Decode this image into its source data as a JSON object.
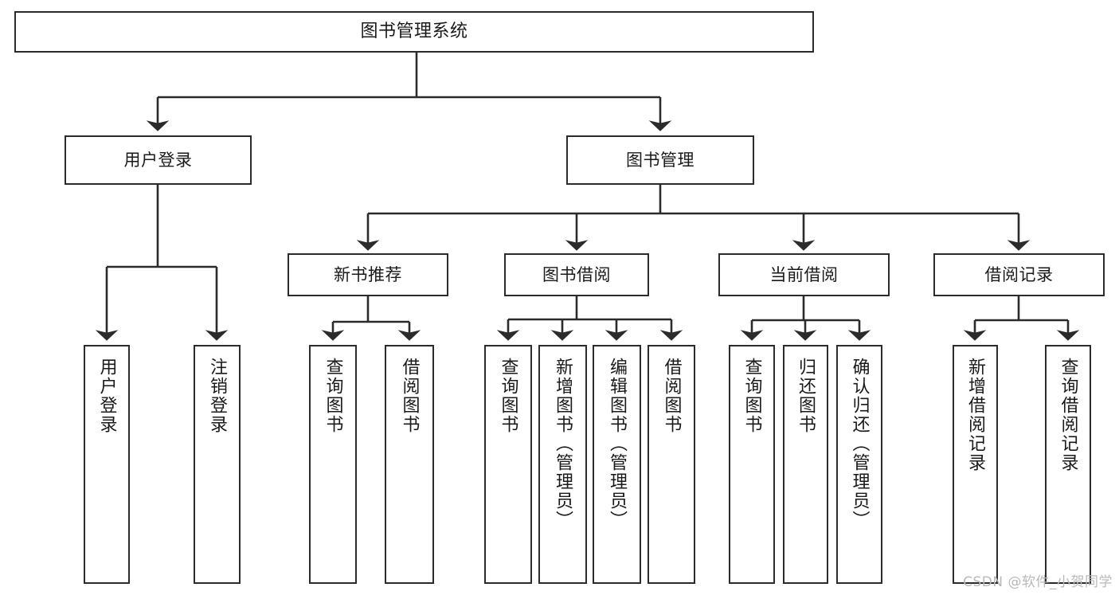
{
  "diagram": {
    "title": "图书管理系统",
    "watermark": "CSDN @软件_小贺同学",
    "colors": {
      "stroke": "#2b2b2b",
      "fill": "#ffffff",
      "text": "#1a1a1a",
      "watermark": "#b9b9b9"
    },
    "nodes": {
      "root": {
        "label": "图书管理系统"
      },
      "level2": [
        {
          "id": "user-login",
          "label": "用户登录"
        },
        {
          "id": "book-management",
          "label": "图书管理"
        }
      ],
      "level3": [
        {
          "id": "new-book-recommend",
          "label": "新书推荐"
        },
        {
          "id": "book-borrow",
          "label": "图书借阅"
        },
        {
          "id": "current-borrow",
          "label": "当前借阅"
        },
        {
          "id": "borrow-record",
          "label": "借阅记录"
        }
      ],
      "leaves": {
        "user_login": [
          {
            "id": "leaf-user-login",
            "label": "用户登录"
          },
          {
            "id": "leaf-logout-login",
            "label": "注销登录"
          }
        ],
        "new_book_recommend": [
          {
            "id": "leaf-query-book-1",
            "label": "查询图书"
          },
          {
            "id": "leaf-borrow-book-1",
            "label": "借阅图书"
          }
        ],
        "book_borrow": [
          {
            "id": "leaf-query-book-2",
            "label": "查询图书"
          },
          {
            "id": "leaf-add-book-admin",
            "label": "新增图书（管理员）"
          },
          {
            "id": "leaf-edit-book-admin",
            "label": "编辑图书（管理员）"
          },
          {
            "id": "leaf-borrow-book-2",
            "label": "借阅图书"
          }
        ],
        "current_borrow": [
          {
            "id": "leaf-query-book-3",
            "label": "查询图书"
          },
          {
            "id": "leaf-return-book",
            "label": "归还图书"
          },
          {
            "id": "leaf-confirm-return-admin",
            "label": "确认归还（管理员）"
          }
        ],
        "borrow_record": [
          {
            "id": "leaf-add-borrow-record",
            "label": "新增借阅记录"
          },
          {
            "id": "leaf-query-borrow-record",
            "label": "查询借阅记录"
          }
        ]
      }
    }
  }
}
